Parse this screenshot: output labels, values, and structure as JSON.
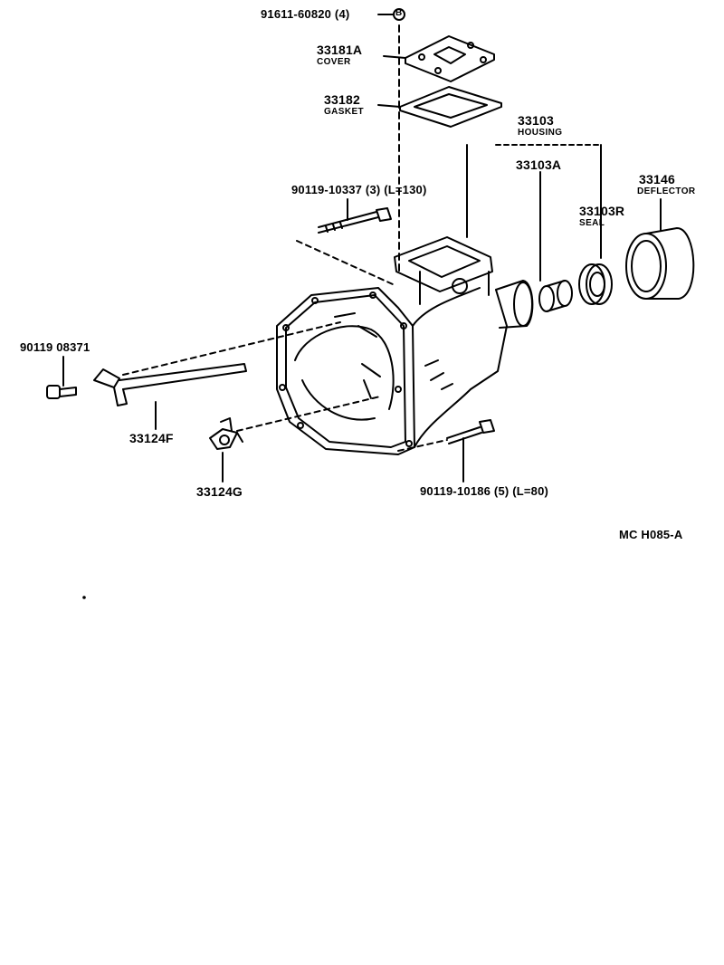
{
  "labels": {
    "screw_cover": "91611-60820 (4)",
    "circle_b": "B",
    "cover_pn": "33181A",
    "cover_name": "COVER",
    "gasket_pn": "33182",
    "gasket_name": "GASKET",
    "housing_pn": "33103",
    "housing_name": "HOUSING",
    "housing_a": "33103A",
    "seal_pn": "33103R",
    "seal_name": "SEAL",
    "deflector_pn": "33146",
    "deflector_name": "DEFLECTOR",
    "bolt_long": "90119-10337 (3) (L=130)",
    "bolt_small": "90119 08371",
    "lever_pn": "33124F",
    "fork_pn": "33124G",
    "bolt_short": "90119-10186 (5) (L=80)",
    "diagram_code": "MC H085-A"
  }
}
